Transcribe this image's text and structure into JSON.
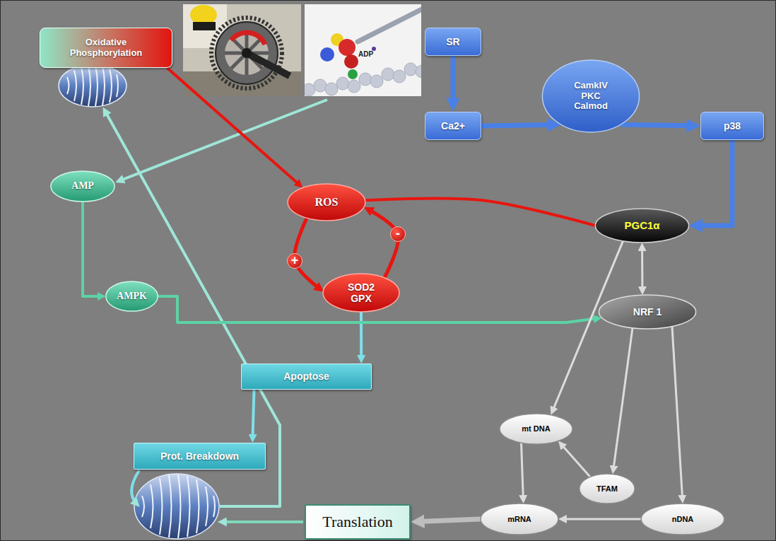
{
  "diagram": {
    "nodes": [
      {
        "text": [
          "Oxidative Phosphorylation"
        ]
      },
      {
        "text": [
          "SR"
        ]
      },
      {
        "text": [
          "Ca2+"
        ]
      },
      {
        "text": [
          "CamkIV PKC Calmod"
        ]
      },
      {
        "text": [
          "p38"
        ]
      },
      {
        "text": [
          "AMP"
        ]
      },
      {
        "text": [
          "ROS"
        ]
      },
      {
        "text": [
          "PGC1α"
        ]
      },
      {
        "text": [
          "SOD2 GPX"
        ]
      },
      {
        "text": [
          "AMPK"
        ]
      },
      {
        "text": [
          "NRF 1"
        ]
      },
      {
        "text": [
          "Apoptose"
        ]
      },
      {
        "text": [
          "Prot. Breakdown"
        ]
      },
      {
        "text": [
          "mt DNA"
        ]
      },
      {
        "text": [
          "TFAM"
        ]
      },
      {
        "text": [
          "Translation"
        ]
      },
      {
        "text": [
          "mRNA"
        ]
      },
      {
        "text": [
          "nDNA"
        ]
      }
    ],
    "edges": [
      {
        "from": 0,
        "to": 6,
        "arrow": "to"
      },
      {
        "from": 1,
        "to": 2,
        "arrow": "to"
      },
      {
        "from": 2,
        "to": 3,
        "arrow": "to"
      },
      {
        "from": 3,
        "to": 4,
        "arrow": "to"
      },
      {
        "from": 4,
        "to": 7,
        "arrow": "to"
      },
      {
        "from": 7,
        "to": 6,
        "arrow": "none"
      },
      {
        "from": 6,
        "to": 8,
        "label": "+",
        "arrow": "to"
      },
      {
        "from": 8,
        "to": 6,
        "label": "-",
        "arrow": "to"
      },
      {
        "from": 8,
        "to": 11,
        "arrow": "to"
      },
      {
        "from": 11,
        "to": 12,
        "arrow": "to"
      },
      {
        "from": 5,
        "to": 9,
        "arrow": "to"
      },
      {
        "from": 9,
        "to": 10,
        "arrow": "to"
      },
      {
        "from": 7,
        "to": 10,
        "arrow": "both"
      },
      {
        "from": 7,
        "to": 13,
        "arrow": "to"
      },
      {
        "from": 10,
        "to": 14,
        "arrow": "to"
      },
      {
        "from": 10,
        "to": 17,
        "arrow": "to"
      },
      {
        "from": 14,
        "to": 13,
        "arrow": "to"
      },
      {
        "from": 13,
        "to": 16,
        "arrow": "to"
      },
      {
        "from": 17,
        "to": 16,
        "arrow": "to"
      },
      {
        "from": 16,
        "to": 15,
        "arrow": "to"
      }
    ],
    "labels": [
      "ADP"
    ]
  }
}
